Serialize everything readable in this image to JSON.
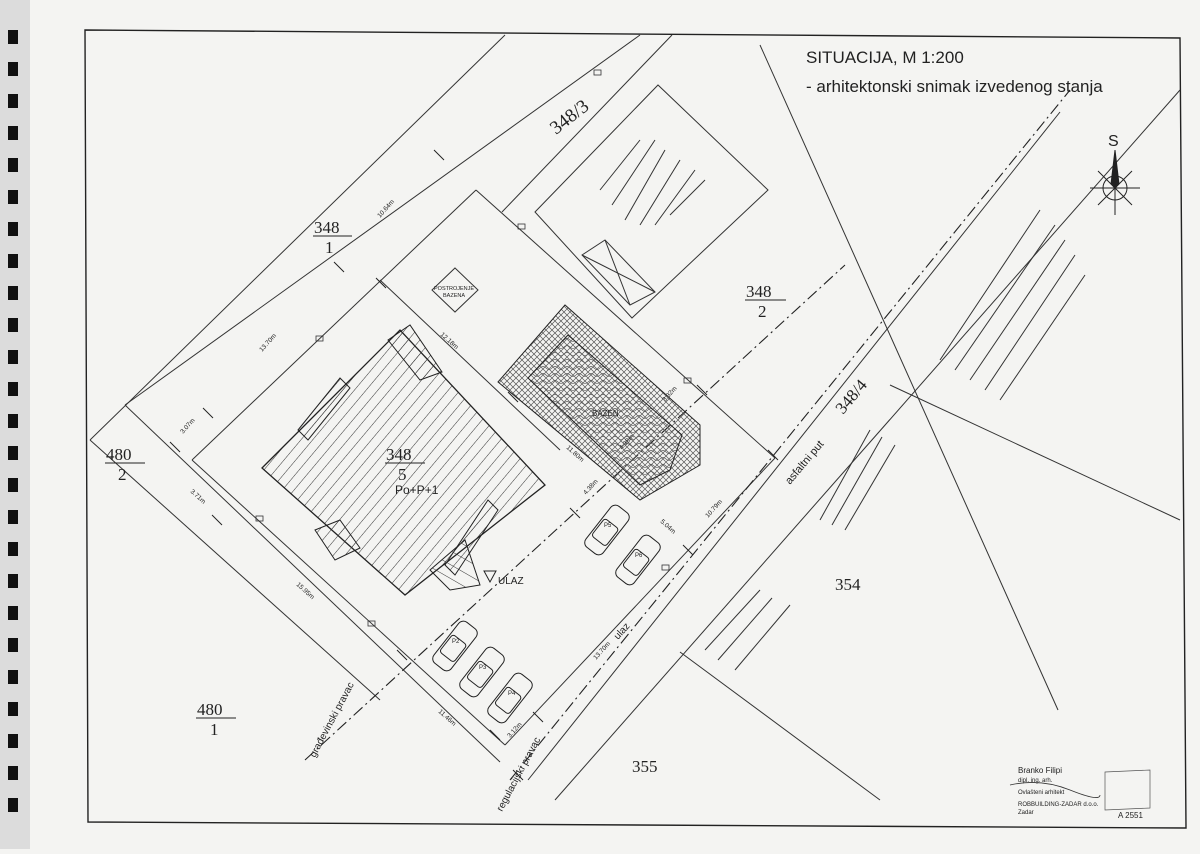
{
  "title": {
    "line1": "SITUACIJA,  M 1:200",
    "line2": "- arhitektonski snimak izvedenog stanja"
  },
  "north_label": "S",
  "parcels": {
    "p348_3": "348/3",
    "p348_1_num": "348",
    "p348_1_den": "1",
    "p348_2_num": "348",
    "p348_2_den": "2",
    "p348_4": "348/4",
    "p348_5_num": "348",
    "p348_5_den": "5",
    "p480_2_num": "480",
    "p480_2_den": "2",
    "p480_1_num": "480",
    "p480_1_den": "1",
    "p354": "354",
    "p355": "355"
  },
  "labels": {
    "building": "Po+P+1",
    "pool": "BAZEN",
    "pool_equipment_1": "POSTROJENJE",
    "pool_equipment_2": "BAZENA",
    "entrance": "ULAZ",
    "entrance_road": "ulaz",
    "asphalt_road": "asfaltni put",
    "building_line": "građevinski pravac",
    "regulation_line": "regulacijski pravac"
  },
  "parking": [
    "P2",
    "P3",
    "P4",
    "P5",
    "P6"
  ],
  "dimensions": {
    "d1": "10.64m",
    "d2": "13.70m",
    "d3": "3.07m",
    "d4": "3.71m",
    "d5": "15.95m",
    "d6": "11.46m",
    "d7": "3.12m",
    "d8": "13.70m",
    "d9": "5.04m",
    "d10": "10.79m",
    "d11": "12.18m",
    "d12": "4.38m",
    "d13": "11.80m",
    "d14": "4.38m",
    "d15": "3.32m"
  },
  "stamp": {
    "name": "Branko Filipi",
    "title": "dipl. ing. arh.",
    "role": "Ovlašteni arhitekt",
    "company": "ROBBUILDING-ZADAR d.o.o.",
    "city": "Zadar",
    "number": "A 2551"
  }
}
